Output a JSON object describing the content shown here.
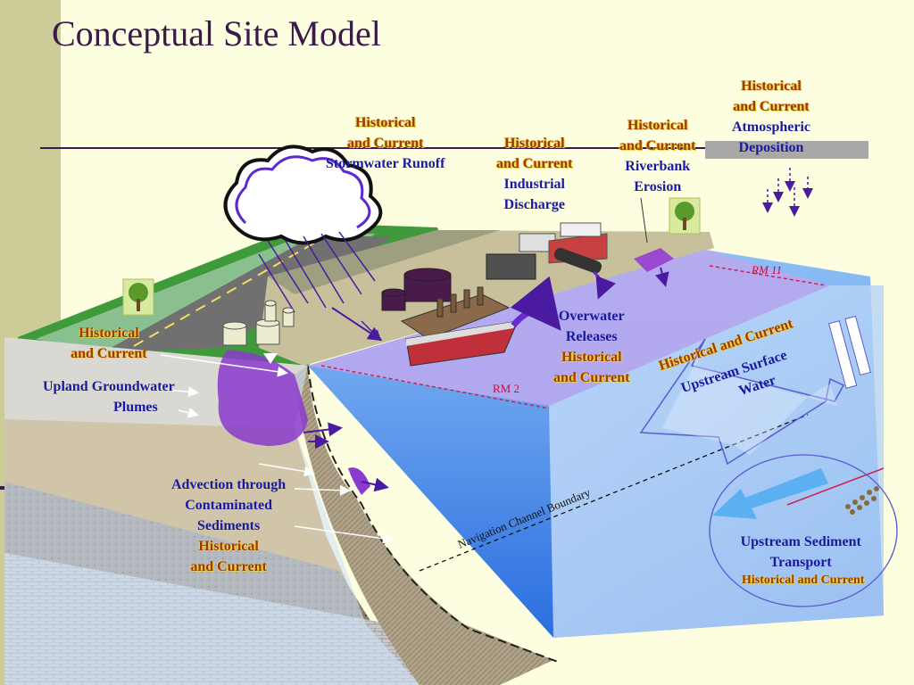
{
  "title": "Conceptual Site Model",
  "colors": {
    "title": "#3a1a4a",
    "label_blue": "#1a1aa0",
    "label_brown": "#9c3a00",
    "water": "#5aa0f0",
    "plume": "#8a3acc"
  },
  "labels": {
    "atmospheric": {
      "hc": [
        "Historical",
        "and Current"
      ],
      "text": [
        "Atmospheric",
        "Deposition"
      ]
    },
    "stormwater": {
      "hc": [
        "Historical",
        "and Current"
      ],
      "text": [
        "Stormwater Runoff"
      ]
    },
    "industrial": {
      "hc": [
        "Historical",
        "and Current"
      ],
      "text": [
        "Industrial",
        "Discharge"
      ]
    },
    "riverbank": {
      "hc": [
        "Historical",
        "and Current"
      ],
      "text": [
        "Riverbank",
        "Erosion"
      ]
    },
    "overwater": {
      "text": [
        "Overwater",
        "Releases"
      ],
      "hc": [
        "Historical",
        "and Current"
      ]
    },
    "upland": {
      "hc": [
        "Historical",
        "and Current"
      ],
      "text": [
        "Upland Groundwater",
        "Plumes"
      ]
    },
    "advection": {
      "text": [
        "Advection through",
        "Contaminated",
        "Sediments"
      ],
      "hc": [
        "Historical",
        "and Current"
      ]
    },
    "upstream_surface": {
      "hc": "Historical and Current",
      "text": [
        "Upstream Surface",
        "Water"
      ]
    },
    "upstream_sediment": {
      "text": [
        "Upstream Sediment",
        "Transport"
      ],
      "hc": "Historical and Current"
    }
  },
  "markers": {
    "rm11": "RM 11",
    "rm2": "RM 2",
    "nav_boundary": "Navigation Channel Boundary"
  }
}
